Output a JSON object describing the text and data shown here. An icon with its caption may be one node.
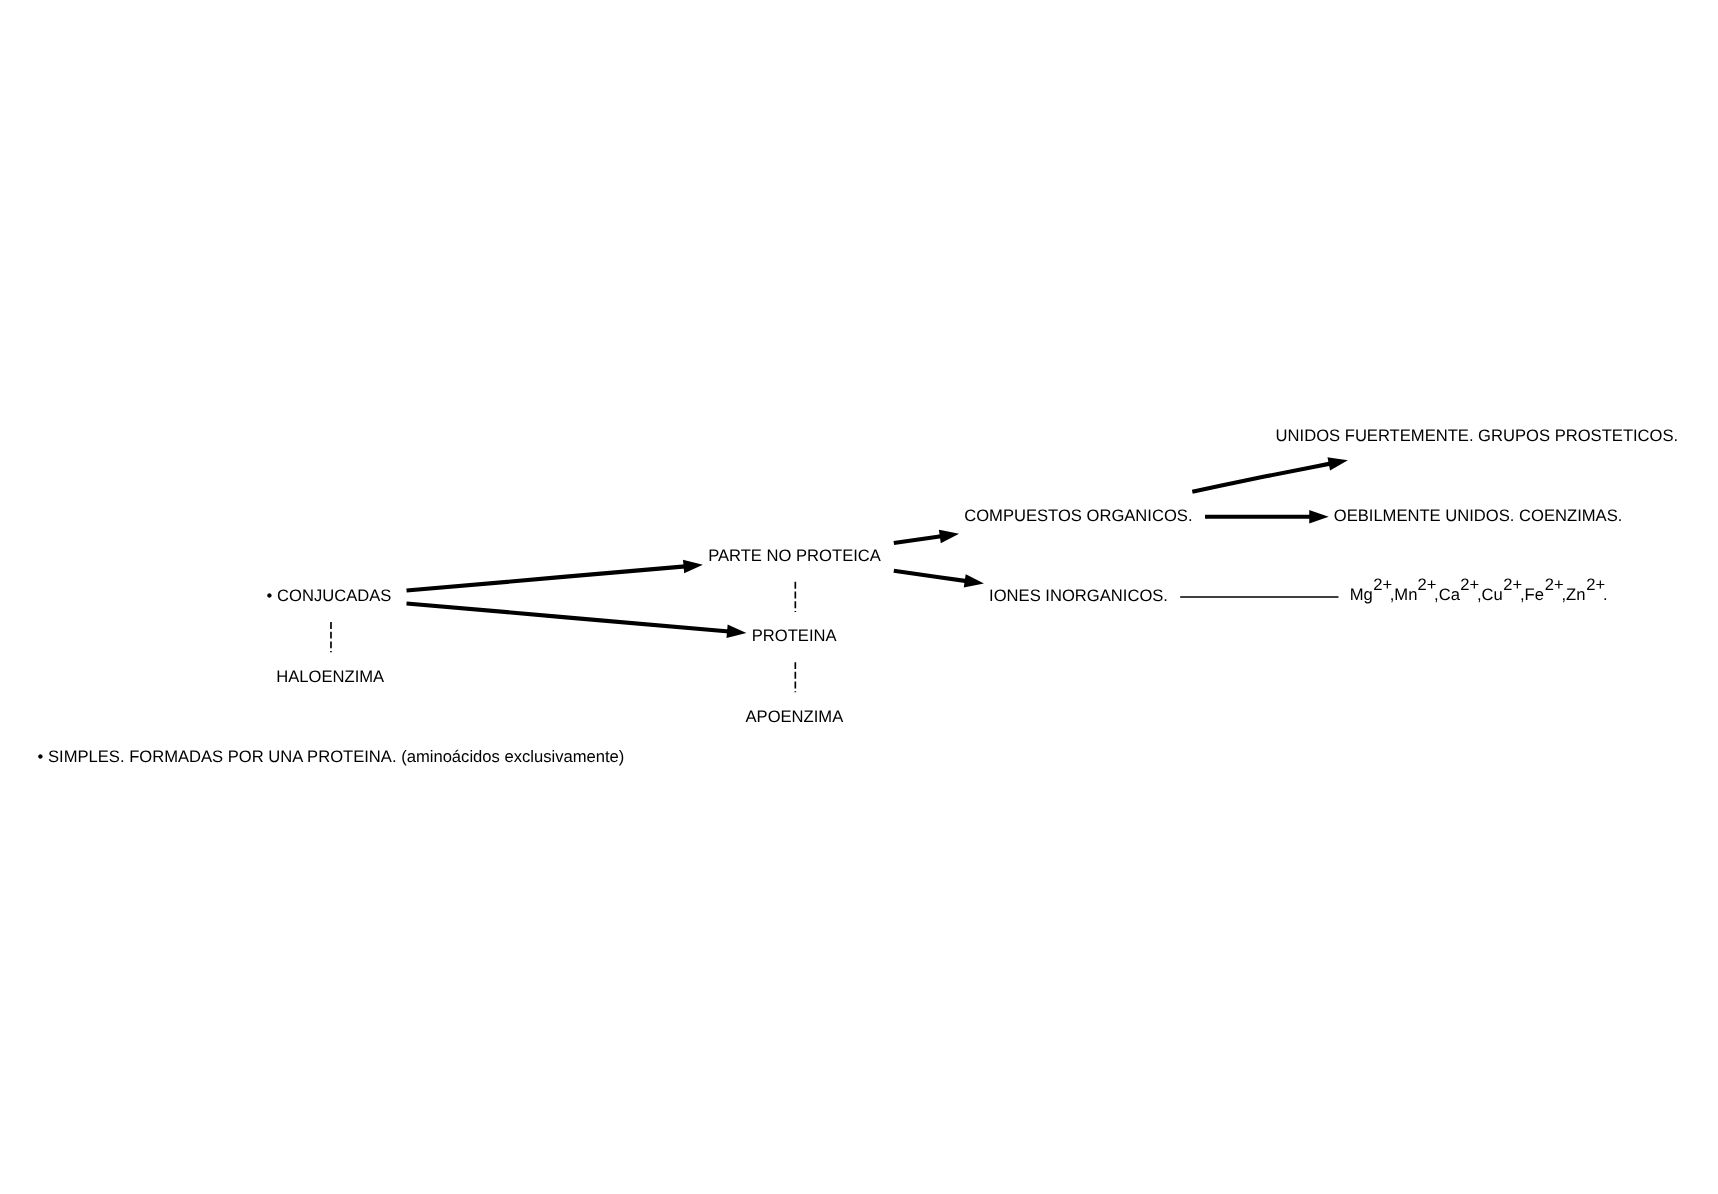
{
  "diagram": {
    "nodes": [
      {
        "text": [
          "• CONJUCADAS"
        ]
      },
      {
        "text": [
          "PARTE NO PROTEICA"
        ]
      },
      {
        "text": [
          "PROTEINA"
        ]
      },
      {
        "text": [
          "COMPUESTOS ORGANICOS."
        ]
      },
      {
        "text": [
          "IONES INORGANICOS."
        ]
      },
      {
        "text": [
          "UNIDOS FUERTEMENTE. GRUPOS PROSTETICOS."
        ]
      },
      {
        "text": [
          "OEBILMENTE UNIDOS. COENZIMAS."
        ]
      },
      {
        "text": [
          "Mg$^{2+}$,Mn$^{2+}$,Ca$^{2+}$,Cu$^{2+}$,Fe$^{2+}$,Zn$^{2+}$."
        ]
      },
      {
        "text": [
          "HALOENZIMA"
        ]
      },
      {
        "text": [
          "APOENZIMA"
        ]
      }
    ],
    "edges": [
      {
        "from": 0,
        "to": 1,
        "arrow": "to"
      },
      {
        "from": 0,
        "to": 2,
        "arrow": "to"
      },
      {
        "from": 1,
        "to": 3,
        "arrow": "to"
      },
      {
        "from": 1,
        "to": 4,
        "arrow": "to"
      },
      {
        "from": 3,
        "to": 5,
        "arrow": "to"
      },
      {
        "from": 3,
        "to": 6,
        "arrow": "to"
      },
      {
        "from": 4,
        "to": 7,
        "arrow": "none"
      },
      {
        "from": 0,
        "to": 8,
        "arrow": "none",
        "style": "dashed"
      },
      {
        "from": 1,
        "to": 2,
        "arrow": "none",
        "style": "dashed"
      },
      {
        "from": 2,
        "to": 9,
        "arrow": "none",
        "style": "dashed"
      }
    ],
    "labels": [
      "• SIMPLES. FORMADAS POR UNA PROTEINA. (aminoácidos exclusivamente)"
    ]
  }
}
